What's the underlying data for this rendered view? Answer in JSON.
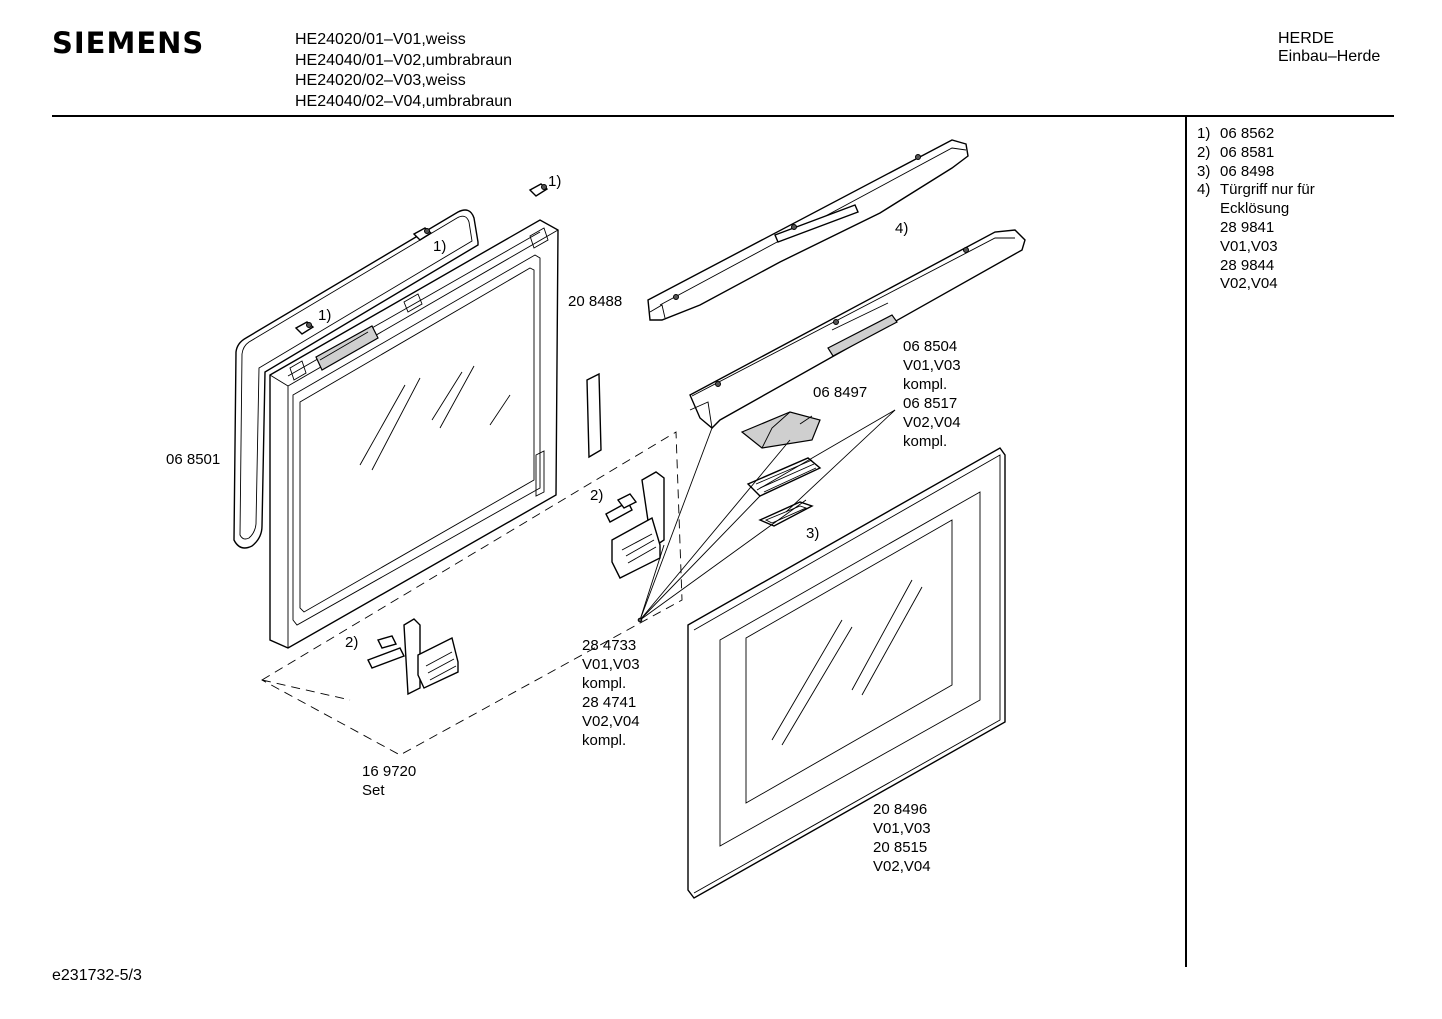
{
  "header": {
    "brand": "SIEMENS",
    "models": [
      "HE24020/01–V01,weiss",
      "HE24040/01–V02,umbrabraun",
      "HE24020/02–V03,weiss",
      "HE24040/02–V04,umbrabraun"
    ],
    "category": "HERDE",
    "subcategory": "Einbau–Herde"
  },
  "notes": [
    {
      "key": "1)",
      "text": "06 8562"
    },
    {
      "key": "2)",
      "text": "06 8581"
    },
    {
      "key": "3)",
      "text": "06 8498"
    },
    {
      "key": "4)",
      "text": "Türgriff nur für"
    },
    {
      "key": "",
      "text": "Ecklösung"
    },
    {
      "key": "",
      "text": "28 9841"
    },
    {
      "key": "",
      "text": "V01,V03"
    },
    {
      "key": "",
      "text": "28 9844"
    },
    {
      "key": "",
      "text": "V02,V04"
    }
  ],
  "labels": {
    "gasket": "06 8501",
    "inner_frame": "20 8488",
    "ref1_a": "1)",
    "ref1_b": "1)",
    "ref1_c": "1)",
    "ref2_a": "2)",
    "ref2_b": "2)",
    "ref3": "3)",
    "ref4": "4)",
    "vent_cover": "06 8497",
    "handle_part": [
      "06 8504",
      "V01,V03",
      "kompl.",
      "06 8517",
      "V02,V04",
      "kompl."
    ],
    "hinge_set": [
      "28 4733",
      "V01,V03",
      "kompl.",
      "28 4741",
      "V02,V04",
      "kompl."
    ],
    "screws_set": [
      "16 9720",
      "Set"
    ],
    "outer_door": [
      "20 8496",
      "V01,V03",
      "20 8515",
      "V02,V04"
    ]
  },
  "footer": {
    "drawing_id": "e231732-5/3"
  }
}
